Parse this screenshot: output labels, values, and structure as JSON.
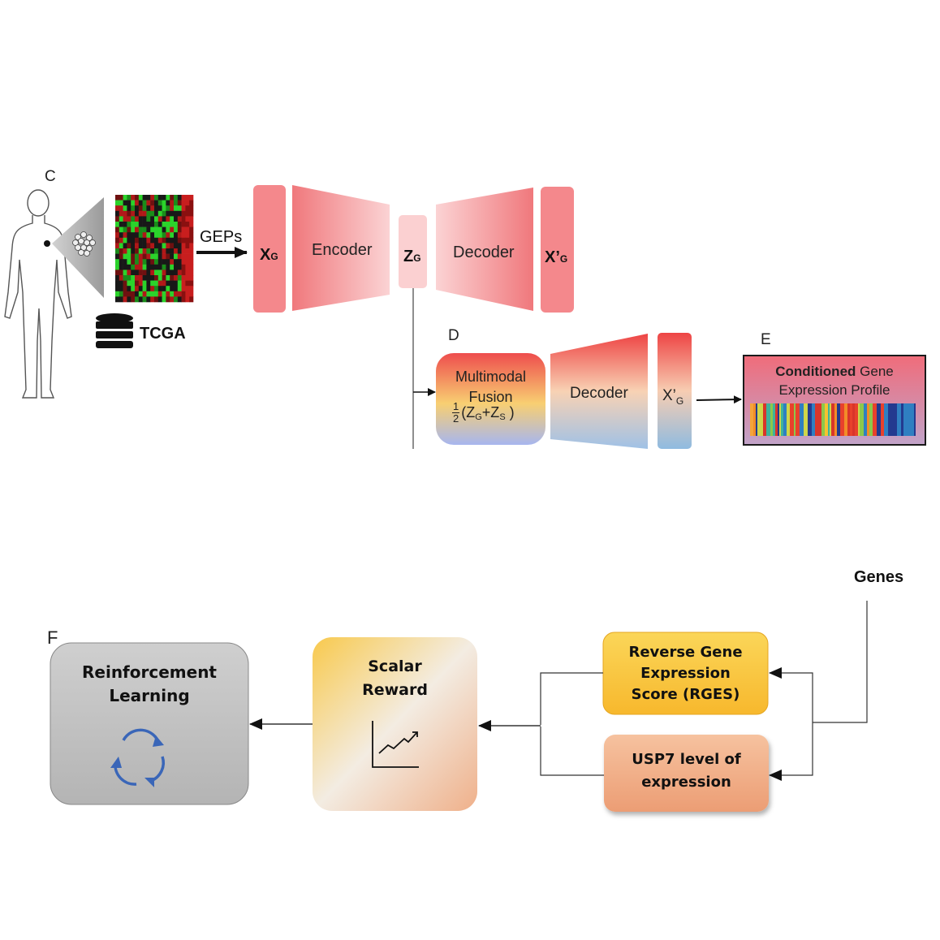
{
  "panels": {
    "c": "C",
    "d": "D",
    "e": "E",
    "f": "F"
  },
  "top": {
    "database_label": "TCGA",
    "arrow_label": "GEPs",
    "input_var": "X",
    "input_sub": "G",
    "encoder_label": "Encoder",
    "latent_var": "Z",
    "latent_sub": "G",
    "decoder_label": "Decoder",
    "output_var": "X’",
    "output_sub": "G"
  },
  "middle": {
    "fusion_line1": "Multimodal",
    "fusion_line2": "Fusion",
    "fusion_frac_num": "1",
    "fusion_frac_den": "2",
    "fusion_z1": "Z",
    "fusion_z1_sub": "G",
    "fusion_plus": " +Z",
    "fusion_z2_sub": "S",
    "decoder_label": "Decoder",
    "output_var": "X’",
    "output_sub": "G",
    "profile_bold": "Conditioned",
    "profile_rest": " Gene",
    "profile_line2": "Expression Profile"
  },
  "bottom": {
    "genes_label": "Genes",
    "rges_line1": "Reverse Gene",
    "rges_line2": "Expression",
    "rges_line3": "Score (RGES)",
    "usp7_line1": "USP7 level of",
    "usp7_line2": "expression",
    "reward_line1": "Scalar",
    "reward_line2": "Reward",
    "rl_line1": "Reinforcement",
    "rl_line2": "Learning"
  },
  "colors": {
    "autoencoder": "#f28b8e",
    "fusion_top": "#ef5050",
    "fusion_mid": "#f6c76a",
    "fusion_bottom": "#aeb8ec",
    "profile_border": "#1a1a1a",
    "rges": "#f9c13c",
    "usp7": "#f0a67f",
    "reward": "#f7cd5e",
    "rl": "#c4c4c4",
    "cycle_icon": "#3a66b8"
  },
  "icons": {
    "person": "human-silhouette-icon",
    "database": "database-icon",
    "tumor": "tumor-cells-icon",
    "trend": "trend-chart-icon",
    "cycle": "cycle-arrows-icon"
  }
}
